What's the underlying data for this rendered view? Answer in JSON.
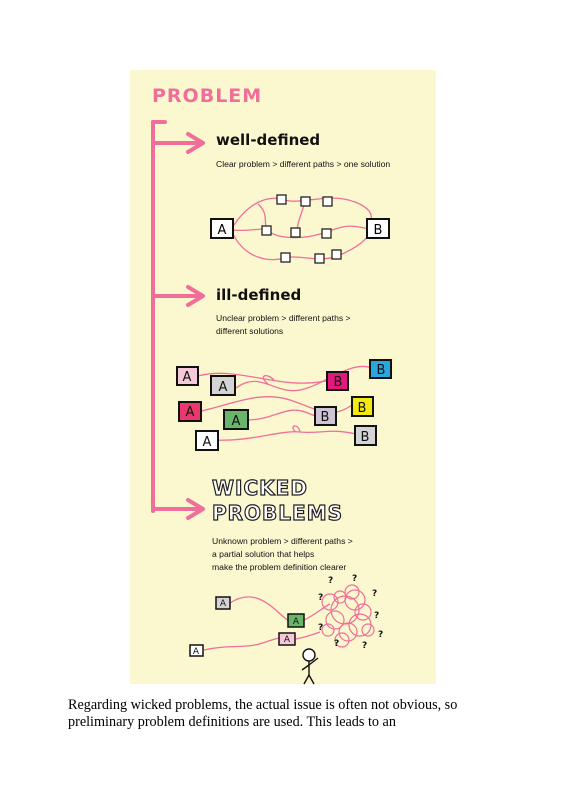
{
  "figure": {
    "heading": "PROBLEM",
    "sections": [
      {
        "title": "well-defined",
        "desc_line1": "Clear problem > different paths > one solution",
        "desc_line2": ""
      },
      {
        "title": "ill-defined",
        "desc_line1": "Unclear problem > different paths >",
        "desc_line2": "different solutions"
      },
      {
        "title_line1": "WICKED",
        "title_line2": "PROBLEMS",
        "desc_line1": "Unknown problem > different paths >",
        "desc_line2": "a partial solution that helps",
        "desc_line3": "make the problem definition clearer"
      }
    ],
    "node_labels": {
      "a": "A",
      "b": "B",
      "question": "?"
    },
    "colors": {
      "background": "#fbf8cf",
      "accent_pink": "#ef6f9a",
      "box_pink_light": "#f6c9d9",
      "box_gray": "#d4d4d4",
      "box_red_pink": "#e8386d",
      "box_green": "#69b569",
      "box_magenta": "#e0197a",
      "box_blue": "#2aa6dc",
      "box_yellow": "#f4e812",
      "box_purple_gray": "#cfc3d6"
    }
  },
  "caption": {
    "line1": "Regarding wicked problems, the actual issue is often not obvious, so",
    "line2": "preliminary problem definitions are used. This leads to an"
  }
}
